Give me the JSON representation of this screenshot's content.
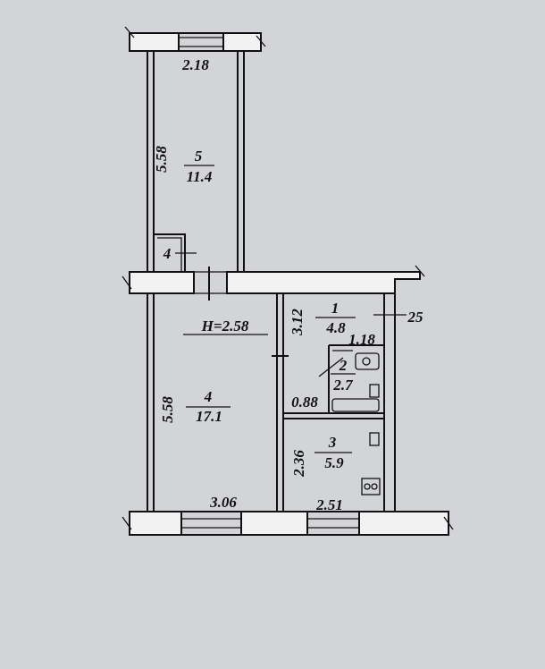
{
  "plan": {
    "ceiling_height": "H=2.58",
    "rooms": [
      {
        "number": "5",
        "area": "11.4"
      },
      {
        "number": "4",
        "area": "17.1"
      },
      {
        "number": "1",
        "area": "4.8"
      },
      {
        "number": "2",
        "area": "2.7"
      },
      {
        "number": "3",
        "area": "5.9"
      }
    ],
    "room_marker": "4",
    "dimensions": {
      "balcony_width": "2.18",
      "balcony_length": "5.58",
      "room4_length": "5.58",
      "room4_width": "3.06",
      "room3_width": "2.51",
      "hall_length": "3.12",
      "bath_width": "1.18",
      "wc_width": "0.88",
      "room3_length": "2.36",
      "wall_thickness": "25"
    }
  }
}
